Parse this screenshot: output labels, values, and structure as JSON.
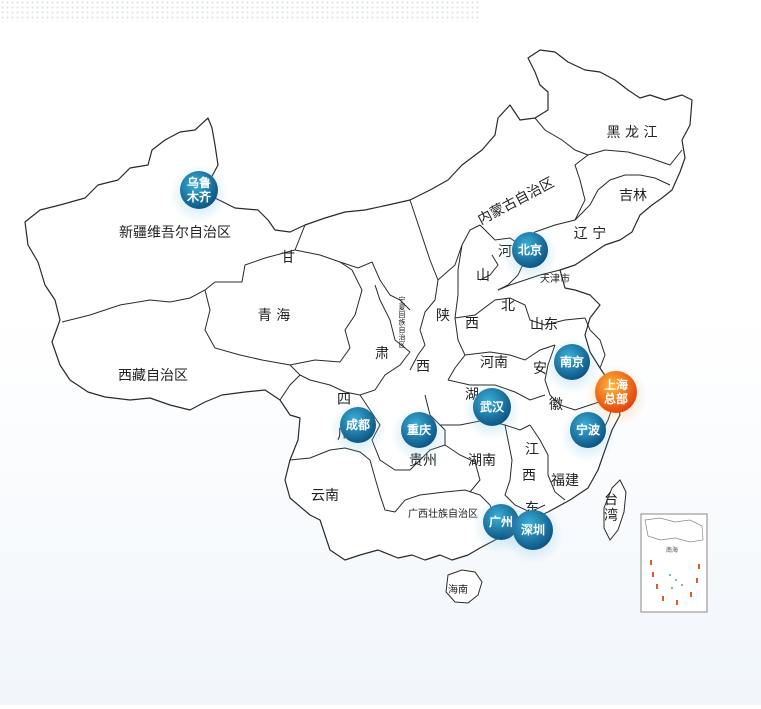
{
  "provinces": [
    {
      "id": "xinjiang",
      "label": "新疆维吾尔自治区"
    },
    {
      "id": "xizang",
      "label": "西藏自治区"
    },
    {
      "id": "qinghai",
      "label": "青 海"
    },
    {
      "id": "gansu_1",
      "label": "甘"
    },
    {
      "id": "gansu_2",
      "label": "肃"
    },
    {
      "id": "neimenggu",
      "label": "内蒙古自治区"
    },
    {
      "id": "heilongjiang",
      "label": "黑 龙 江"
    },
    {
      "id": "jilin",
      "label": "吉林"
    },
    {
      "id": "liaoning",
      "label": "辽 宁"
    },
    {
      "id": "hebei_1",
      "label": "河"
    },
    {
      "id": "hebei_2",
      "label": "北"
    },
    {
      "id": "tianjin",
      "label": "天津市"
    },
    {
      "id": "shanxi_1",
      "label": "山"
    },
    {
      "id": "shandong",
      "label": "山东"
    },
    {
      "id": "shaanxi_1",
      "label": "陕"
    },
    {
      "id": "shaanxi_2",
      "label": "西"
    },
    {
      "id": "shanxi_2",
      "label": "西"
    },
    {
      "id": "ningxia",
      "label": "宁夏回族自治区"
    },
    {
      "id": "henan",
      "label": "河南"
    },
    {
      "id": "anhui_1",
      "label": "安"
    },
    {
      "id": "anhui_2",
      "label": "徽"
    },
    {
      "id": "sichuan_1",
      "label": "四"
    },
    {
      "id": "sichuan_2",
      "label": "川"
    },
    {
      "id": "hubei",
      "label": "湖"
    },
    {
      "id": "guizhou",
      "label": "贵州"
    },
    {
      "id": "hunan",
      "label": "湖南"
    },
    {
      "id": "jiangxi_1",
      "label": "江"
    },
    {
      "id": "jiangxi_2",
      "label": "西"
    },
    {
      "id": "fujian",
      "label": "福建"
    },
    {
      "id": "yunnan",
      "label": "云南"
    },
    {
      "id": "guangxi",
      "label": "广西壮族自治区"
    },
    {
      "id": "guangdong",
      "label": "东"
    },
    {
      "id": "taiwan_1",
      "label": "台"
    },
    {
      "id": "taiwan_2",
      "label": "湾"
    },
    {
      "id": "hainan",
      "label": "海南"
    }
  ],
  "cities": [
    {
      "id": "urumqi",
      "label": "乌鲁\n木齐",
      "type": "office"
    },
    {
      "id": "beijing",
      "label": "北京",
      "type": "office"
    },
    {
      "id": "nanjing",
      "label": "南京",
      "type": "office"
    },
    {
      "id": "shanghai",
      "label": "上海\n总部",
      "type": "headquarters"
    },
    {
      "id": "ningbo",
      "label": "宁波",
      "type": "office"
    },
    {
      "id": "wuhan",
      "label": "武汉",
      "type": "office"
    },
    {
      "id": "chengdu",
      "label": "成都",
      "type": "office"
    },
    {
      "id": "chongqing",
      "label": "重庆",
      "type": "office"
    },
    {
      "id": "guangzhou",
      "label": "广州",
      "type": "office"
    },
    {
      "id": "shenzhen",
      "label": "深圳",
      "type": "office"
    }
  ],
  "inset": {
    "label": "南海"
  },
  "colors": {
    "office_dark": "#0b5a88",
    "office_light": "#2a9cc8",
    "hq_dark": "#e8440f",
    "hq_light": "#ffab2e",
    "border": "#2a2a2a",
    "land": "#ffffff"
  }
}
